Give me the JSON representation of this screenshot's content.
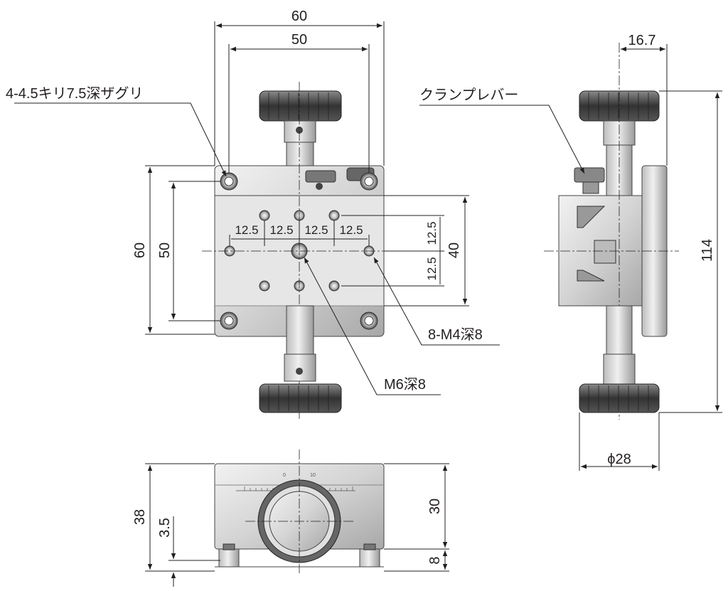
{
  "dimensions": {
    "top_overall_width": "60",
    "top_hole_pitch_width": "50",
    "side_knob_offset": "16.7",
    "left_overall_height": "60",
    "left_hole_pitch_height": "50",
    "hole_pitch_h1": "12.5",
    "hole_pitch_h2": "12.5",
    "hole_pitch_h3": "12.5",
    "hole_pitch_h4": "12.5",
    "hole_pitch_v1": "12.5",
    "hole_pitch_v2": "12.5",
    "hole_span_v": "40",
    "side_total_height": "114",
    "knob_diameter": "ϕ28",
    "front_total_height": "38",
    "front_base_offset": "3.5",
    "front_upper_height": "30",
    "front_lower_height": "8"
  },
  "notes": {
    "counterbore": "4-4.5キリ7.5深ザグリ",
    "clamp_lever": "クランプレバー",
    "m4_holes": "8-M4深8",
    "m6_hole": "M6深8"
  },
  "scale": {
    "tick_0": "0",
    "tick_10": "10"
  },
  "colors": {
    "body_light": "#d9d9d9",
    "body_dark": "#8c8c8c",
    "knob": "#3a3a3a",
    "line": "#231f20"
  }
}
